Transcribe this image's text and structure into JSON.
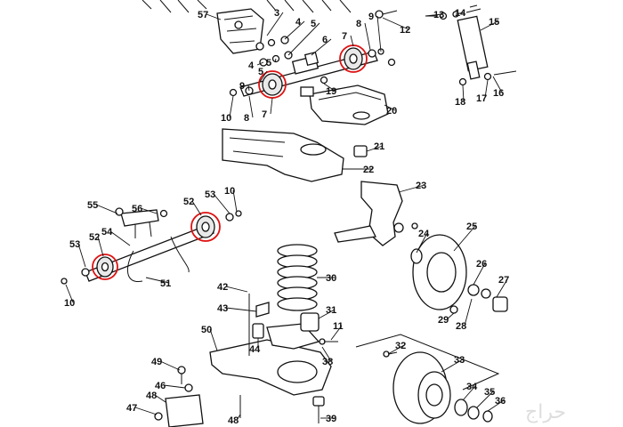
{
  "colors": {
    "line": "#111111",
    "highlight": "#dd1111",
    "background": "#ffffff"
  },
  "callouts": [
    {
      "id": "57",
      "text": "57"
    },
    {
      "id": "3",
      "text": "3"
    },
    {
      "id": "4a",
      "text": "4"
    },
    {
      "id": "5a",
      "text": "5"
    },
    {
      "id": "8a",
      "text": "8"
    },
    {
      "id": "9",
      "text": "9"
    },
    {
      "id": "12",
      "text": "12"
    },
    {
      "id": "13",
      "text": "13"
    },
    {
      "id": "14",
      "text": "14"
    },
    {
      "id": "15",
      "text": "15"
    },
    {
      "id": "7a",
      "text": "7"
    },
    {
      "id": "6",
      "text": "6"
    },
    {
      "id": "4b",
      "text": "4"
    },
    {
      "id": "5b",
      "text": "5"
    },
    {
      "id": "16",
      "text": "16"
    },
    {
      "id": "17",
      "text": "17"
    },
    {
      "id": "18",
      "text": "18"
    },
    {
      "id": "19",
      "text": "19"
    },
    {
      "id": "5c",
      "text": "5"
    },
    {
      "id": "9b",
      "text": "9"
    },
    {
      "id": "10a",
      "text": "10"
    },
    {
      "id": "8b",
      "text": "8"
    },
    {
      "id": "7b",
      "text": "7"
    },
    {
      "id": "20",
      "text": "20"
    },
    {
      "id": "21",
      "text": "21"
    },
    {
      "id": "22",
      "text": "22"
    },
    {
      "id": "23",
      "text": "23"
    },
    {
      "id": "55",
      "text": "55"
    },
    {
      "id": "56",
      "text": "56"
    },
    {
      "id": "52a",
      "text": "52"
    },
    {
      "id": "53a",
      "text": "53"
    },
    {
      "id": "10b",
      "text": "10"
    },
    {
      "id": "54",
      "text": "54"
    },
    {
      "id": "53b",
      "text": "53"
    },
    {
      "id": "52b",
      "text": "52"
    },
    {
      "id": "10c",
      "text": "10"
    },
    {
      "id": "51",
      "text": "51"
    },
    {
      "id": "24",
      "text": "24"
    },
    {
      "id": "25",
      "text": "25"
    },
    {
      "id": "26",
      "text": "26"
    },
    {
      "id": "27",
      "text": "27"
    },
    {
      "id": "29",
      "text": "29"
    },
    {
      "id": "28",
      "text": "28"
    },
    {
      "id": "30",
      "text": "30"
    },
    {
      "id": "42",
      "text": "42"
    },
    {
      "id": "43",
      "text": "43"
    },
    {
      "id": "31",
      "text": "31"
    },
    {
      "id": "44",
      "text": "44"
    },
    {
      "id": "50",
      "text": "50"
    },
    {
      "id": "11",
      "text": "11"
    },
    {
      "id": "38",
      "text": "38"
    },
    {
      "id": "49",
      "text": "49"
    },
    {
      "id": "46",
      "text": "46"
    },
    {
      "id": "32",
      "text": "32"
    },
    {
      "id": "33",
      "text": "33"
    },
    {
      "id": "48a",
      "text": "48"
    },
    {
      "id": "47",
      "text": "47"
    },
    {
      "id": "48b",
      "text": "48"
    },
    {
      "id": "39",
      "text": "39"
    },
    {
      "id": "34",
      "text": "34"
    },
    {
      "id": "35",
      "text": "35"
    },
    {
      "id": "36",
      "text": "36"
    }
  ]
}
